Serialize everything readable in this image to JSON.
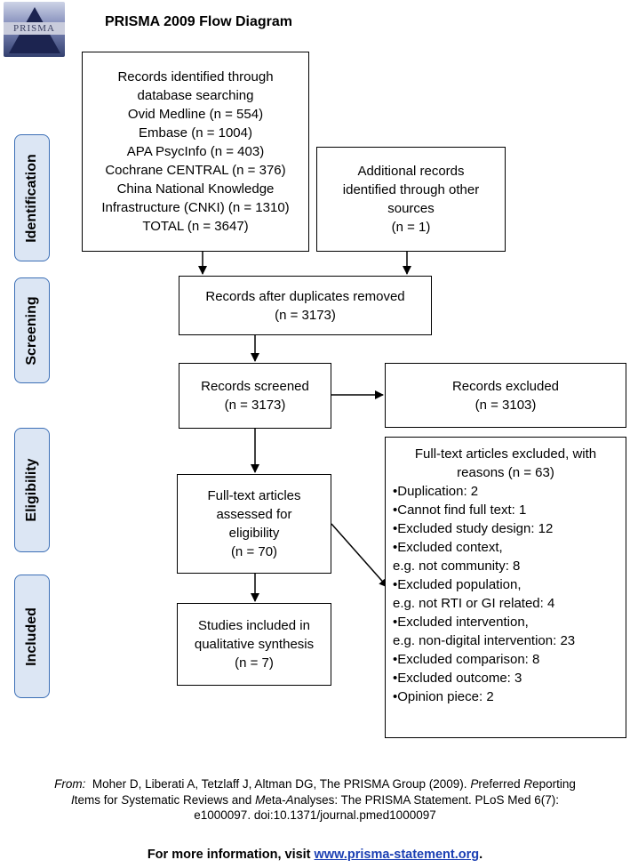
{
  "header": {
    "logo_text": "PRISMA",
    "title": "PRISMA 2009 Flow Diagram"
  },
  "stages": {
    "identification": "Identification",
    "screening": "Screening",
    "eligibility": "Eligibility",
    "included": "Included"
  },
  "boxes": {
    "db_search": {
      "lines": [
        "Records identified through",
        "database searching",
        "Ovid Medline (n = 554)",
        "Embase (n = 1004)",
        "APA PsycInfo (n = 403)",
        "Cochrane CENTRAL (n = 376)",
        "China National Knowledge",
        "Infrastructure (CNKI) (n = 1310)",
        "TOTAL (n = 3647)"
      ]
    },
    "other_sources": {
      "lines": [
        "Additional records",
        "identified through other",
        "sources",
        "(n = 1)"
      ]
    },
    "duplicates_removed": {
      "lines": [
        "Records after duplicates removed",
        "(n = 3173)"
      ]
    },
    "screened": {
      "lines": [
        "Records screened",
        "(n = 3173)"
      ]
    },
    "excluded": {
      "lines": [
        "Records excluded",
        "(n = 3103)"
      ]
    },
    "fulltext_assessed": {
      "lines": [
        "Full-text articles",
        "assessed for",
        "eligibility",
        "(n = 70)"
      ]
    },
    "fulltext_excluded": {
      "header_lines": [
        "Full-text articles excluded, with",
        "reasons (n = 63)"
      ],
      "items": [
        "•Duplication: 2",
        "•Cannot find full text: 1",
        "•Excluded study design: 12",
        "•Excluded context,",
        "e.g. not community: 8",
        "•Excluded population,",
        "e.g. not RTI or GI related: 4",
        "•Excluded intervention,",
        "e.g. non-digital intervention: 23",
        "•Excluded comparison: 8",
        "•Excluded outcome: 3",
        "•Opinion piece: 2"
      ]
    },
    "included": {
      "lines": [
        "Studies included in",
        "qualitative synthesis",
        "(n = 7)"
      ]
    }
  },
  "citation": {
    "from_label": "From:",
    "line1_rest": "Moher D, Liberati A, Tetzlaff J, Altman DG, The PRISMA Group (2009).",
    "p_ital": "P",
    "p_rest": "referred",
    "r_ital": "R",
    "r_rest": "eporting",
    "i_ital": "I",
    "i_rest": "tems for",
    "s_ital": "S",
    "s_rest": "ystematic Reviews and",
    "m_ital": "M",
    "m_rest": "eta-",
    "a_ital": "A",
    "a_rest": "nalyses: The PRISMA Statement. PLoS Med 6(7):",
    "line3": "e1000097. doi:10.1371/journal.pmed1000097"
  },
  "footer": {
    "more_info": "For more information, visit",
    "link": "www.prisma-statement.org",
    "end": "."
  }
}
